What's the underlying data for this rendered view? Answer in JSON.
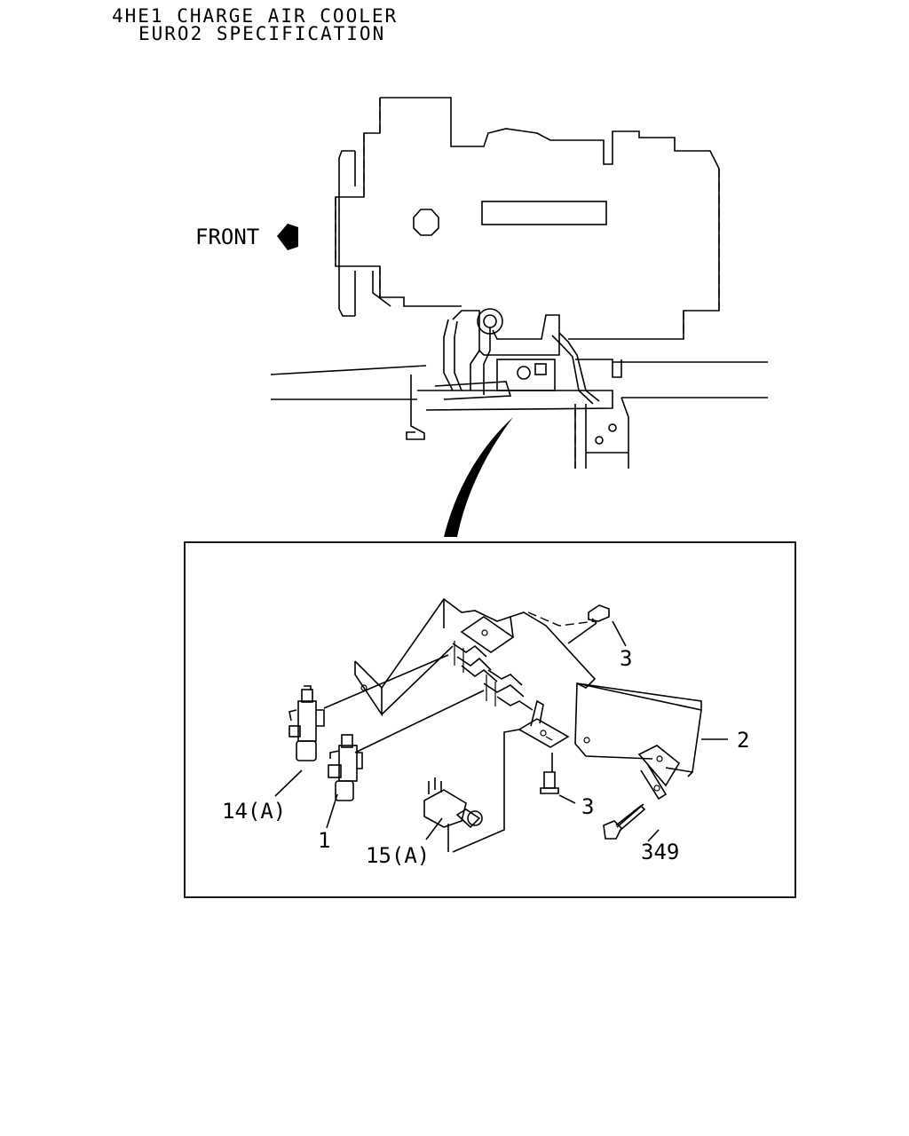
{
  "header": {
    "line1": "4HE1 CHARGE AIR COOLER",
    "line2": "EURO2 SPECIFICATION"
  },
  "orientation": {
    "label": "FRONT",
    "icon": "arrow-left-icon"
  },
  "callouts": [
    {
      "id": "3-top",
      "text": "3"
    },
    {
      "id": "2",
      "text": "2"
    },
    {
      "id": "3-bottom",
      "text": "3"
    },
    {
      "id": "14a",
      "text": "14(A)"
    },
    {
      "id": "1",
      "text": "1"
    },
    {
      "id": "15a",
      "text": "15(A)"
    },
    {
      "id": "349",
      "text": "349"
    }
  ]
}
